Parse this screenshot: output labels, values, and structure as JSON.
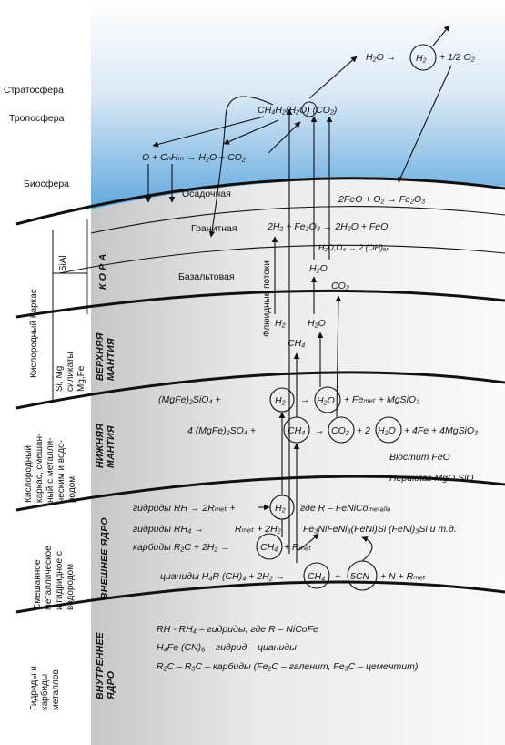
{
  "left_labels": {
    "stratosphere": "Стратосфера",
    "troposphere": "Тропосфера",
    "biosphere": "Биосфера",
    "oxygen_frame": "Кислородный Каркас",
    "sial": "SiAl",
    "si_mg_1": "Si, Mg",
    "si_mg_2": "силикаты",
    "si_mg_3": "Mg,Fe",
    "mixed_frame_1": "Кислородный",
    "mixed_frame_2": "каркас, смешан-",
    "mixed_frame_3": "ный с металли-",
    "mixed_frame_4": "ческим и водо-",
    "mixed_frame_5": "родом",
    "mixed_metal_1": "Смешанное",
    "mixed_metal_2": "металлическое",
    "mixed_metal_3": "и гидридное с",
    "mixed_metal_4": "водородом",
    "hydrides_1": "Гидриды и",
    "hydrides_2": "карбиды",
    "hydrides_3": "металлов"
  },
  "zone_headings": {
    "crust": "К О Р А",
    "upper_mantle_1": "ВЕРХНЯЯ",
    "upper_mantle_2": "МАНТИЯ",
    "lower_mantle_1": "НИЖНЯЯ",
    "lower_mantle_2": "МАНТИЯ",
    "outer_core": "ВНЕШНЕЕ ЯДРО",
    "inner_core_1": "ВНУТРЕННЕЕ",
    "inner_core_2": "ЯДРО"
  },
  "layer_labels": {
    "sedimentary": "Осадочная",
    "granite": "Гранитная",
    "basalt": "Базальтовая",
    "fluid_flows": "Флюидные потоки"
  },
  "formulas": {
    "h2o_arrow": "H₂O →",
    "h2": "H₂",
    "half_o2": "+ 1/2 O₂",
    "ch4h2_a": "CH₄H₂(H₂",
    "ch4h2_o": "O",
    "ch4h2_b": ") (CO₂)",
    "bio_reaction": "O + CₙHₘ → H₂O + CO₂",
    "feo_reaction": "2FeO + O₂ → Fe₂O₃",
    "granite_reaction": "2H₂ + Fe₂O₃ → 2H₂O + FeO",
    "h2o_oh": "H₂O,O₄ → 2 (OH)ₐₚ",
    "basalt_h2o": "H₂O",
    "basalt_co2": "CO₂",
    "upper_h2": "H₂",
    "upper_h2o": "H₂O",
    "upper_ch4": "CH₄",
    "lm1_left": "(MgFe)₂SiO₄ +",
    "lm1_h2": "H₂",
    "lm1_arrow": "→",
    "lm1_h2o": "H₂O",
    "lm1_right": "+ Feₘₑₜ + MgSiO₃",
    "lm2_left": "4 (MgFe)₂SO₄ +",
    "lm2_ch4": "CH₄",
    "lm2_arrow": "→",
    "lm2_co2": "CO₂",
    "lm2_mid": "+ 2",
    "lm2_h2o": "H₂O",
    "lm2_right": "+ 4Fe + 4MgSiO₃",
    "wustite": "Вюстит FeO",
    "periclase": "Периклаз MgO SiO",
    "oc1_left": "гидриды RH → 2Rₘₑₜ +",
    "oc1_h2": "H₂",
    "oc1_right": "где R – FeNiCoₘₑₜₐₗₗₔ",
    "oc2_left": "гидриды RH₄ →",
    "oc2_mid": "Rₘₑₜ + 2H₂",
    "oc2_right": "Fe₃NiFeNi₃(FeNi)Si (FeNi)₃Si и т.д.",
    "oc3_left": "карбиды R₂C + 2H₂ →",
    "oc3_ch4": "CH₄",
    "oc3_right": "+ Rₘₑₜ",
    "oc4_left": "цианиды H₄R (CH)₄ + 2H₂ →",
    "oc4_ch4": "CH₄",
    "oc4_plus": "+",
    "oc4_5cn": "5CN",
    "oc4_right": "+ N + Rₘₑₜ",
    "ic1": "RH - RH₄ – гидриды, где R – NiCoFe",
    "ic2": "H₄Fe (CN)₆ – гидрид – цианиды",
    "ic3": "R₂C – R₃C – карбиды (Fe₂C – галенит, Fe₃C – цементит)"
  }
}
